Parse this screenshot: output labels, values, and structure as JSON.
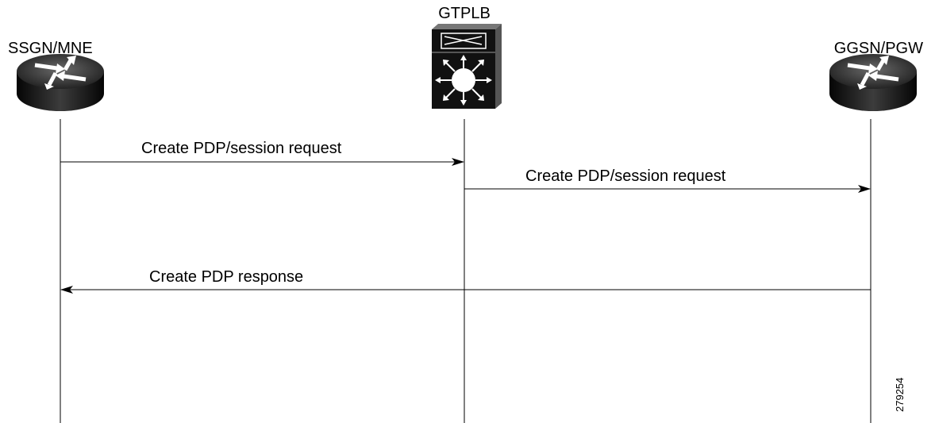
{
  "participants": {
    "left": {
      "label": "SSGN/MNE",
      "icon": "router-icon"
    },
    "middle": {
      "label": "GTPLB",
      "icon": "switch-icon"
    },
    "right": {
      "label": "GGSN/PGW",
      "icon": "router-icon"
    }
  },
  "messages": [
    {
      "text": "Create PDP/session request",
      "from": "left",
      "to": "middle"
    },
    {
      "text": "Create PDP/session request",
      "from": "middle",
      "to": "right"
    },
    {
      "text": "Create PDP response",
      "from": "right",
      "to": "left"
    }
  ],
  "figure_id": "279254"
}
